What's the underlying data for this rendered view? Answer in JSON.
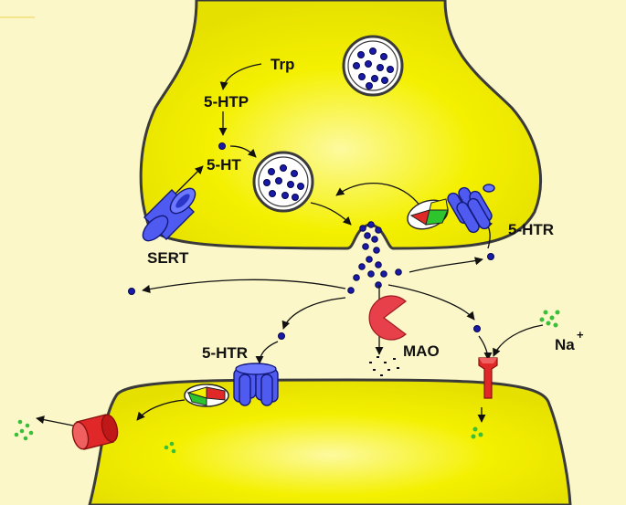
{
  "labels": {
    "trp": "Trp",
    "htp": "5-HTP",
    "ht": "5-HT",
    "sert": "SERT",
    "htr_upper": "5-HTR",
    "htr_lower": "5-HTR",
    "mao": "MAO",
    "na": "Na",
    "na_sup": "+"
  },
  "colors": {
    "background": "#fbf7c8",
    "neuron_fill": "#f4f000",
    "membrane": "#3a3a3a",
    "serotonin": "#1a1aa8",
    "receptor_blue": "#4f5bf0",
    "mao_red": "#e8404a",
    "channel_red": "#e02828",
    "ion_green": "#3bbf3b"
  }
}
